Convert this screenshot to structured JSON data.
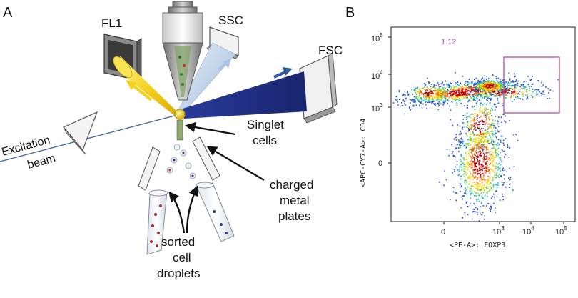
{
  "panel_a": {
    "letter": "A",
    "labels": {
      "fl1": "FL1",
      "ssc": "SSC",
      "fsc": "FSC",
      "excitation_line1": "Excitation",
      "excitation_line2": "beam",
      "singlet_line1": "Singlet",
      "singlet_line2": "cells",
      "plates_line1": "charged",
      "plates_line2": "metal",
      "plates_line3": "plates",
      "sorted_line1": "sorted",
      "sorted_line2": "cell",
      "sorted_line3": "droplets"
    },
    "colors": {
      "fl1_beam": "#f2d21e",
      "ssc_beam": "#b7cde6",
      "fsc_beam": "#1f2f8a",
      "excitation": "#3a5fa0"
    }
  },
  "panel_b": {
    "letter": "B",
    "gate_value": "1.12",
    "gate_color": "#b44fa8",
    "ylabel": "<APC-CY7-A>: CD4",
    "xlabel": "<PE-A>: FOXP3",
    "y_ticks": [
      {
        "base": "10",
        "exp": "5"
      },
      {
        "base": "10",
        "exp": "4"
      },
      {
        "base": "10",
        "exp": "3"
      },
      {
        "base": "0",
        "exp": ""
      }
    ],
    "x_ticks": [
      {
        "base": "0",
        "exp": ""
      },
      {
        "base": "10",
        "exp": "3"
      },
      {
        "base": "10",
        "exp": "4"
      },
      {
        "base": "10",
        "exp": "5"
      }
    ]
  }
}
